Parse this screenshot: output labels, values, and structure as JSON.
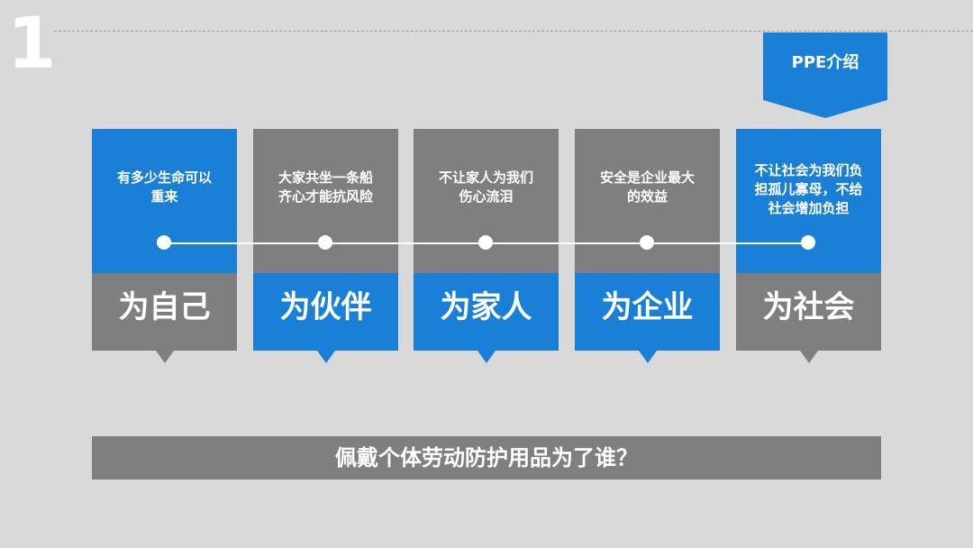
{
  "slide": {
    "number": "1",
    "badge_label": "PPE介绍"
  },
  "colors": {
    "blue": "#1a7fd6",
    "gray": "#7f7f7f",
    "background": "#d9d9d9"
  },
  "cards": [
    {
      "top_text": "有多少生命可以\n重来",
      "bottom_text": "为自己",
      "top_color": "blue",
      "bottom_color": "gray"
    },
    {
      "top_text": "大家共坐一条船\n齐心才能抗风险",
      "bottom_text": "为伙伴",
      "top_color": "gray",
      "bottom_color": "blue"
    },
    {
      "top_text": "不让家人为我们\n伤心流泪",
      "bottom_text": "为家人",
      "top_color": "gray",
      "bottom_color": "blue"
    },
    {
      "top_text": "安全是企业最大\n的效益",
      "bottom_text": "为企业",
      "top_color": "gray",
      "bottom_color": "blue"
    },
    {
      "top_text": "不让社会为我们负\n担孤儿寡母，不给\n社会增加负担",
      "bottom_text": "为社会",
      "top_color": "blue",
      "bottom_color": "gray"
    }
  ],
  "question": "佩戴个体劳动防护用品为了谁？"
}
